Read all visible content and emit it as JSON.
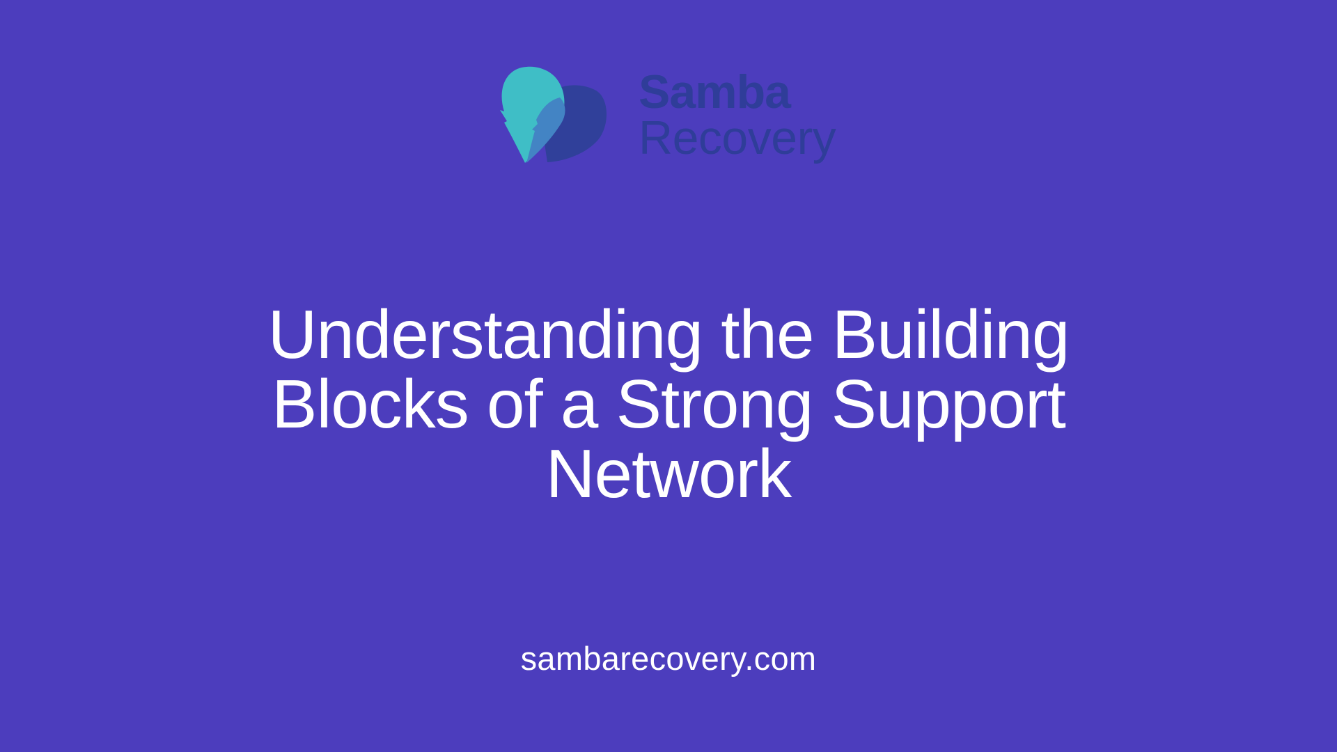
{
  "brand": {
    "name": "Samba",
    "tagline": "Recovery",
    "logo_icon": "feather-heart-icon",
    "colors": {
      "background": "#4c3dbd",
      "logo_teal": "#3fbec6",
      "logo_overlap": "#4384c4",
      "logo_dark": "#30409a",
      "logo_text": "#2f3d99",
      "title_text": "#ffffff"
    }
  },
  "headline": {
    "line1": "Understanding the Building",
    "line2": "Blocks of a Strong Support",
    "line3": "Network"
  },
  "footer": {
    "url": "sambarecovery.com"
  }
}
